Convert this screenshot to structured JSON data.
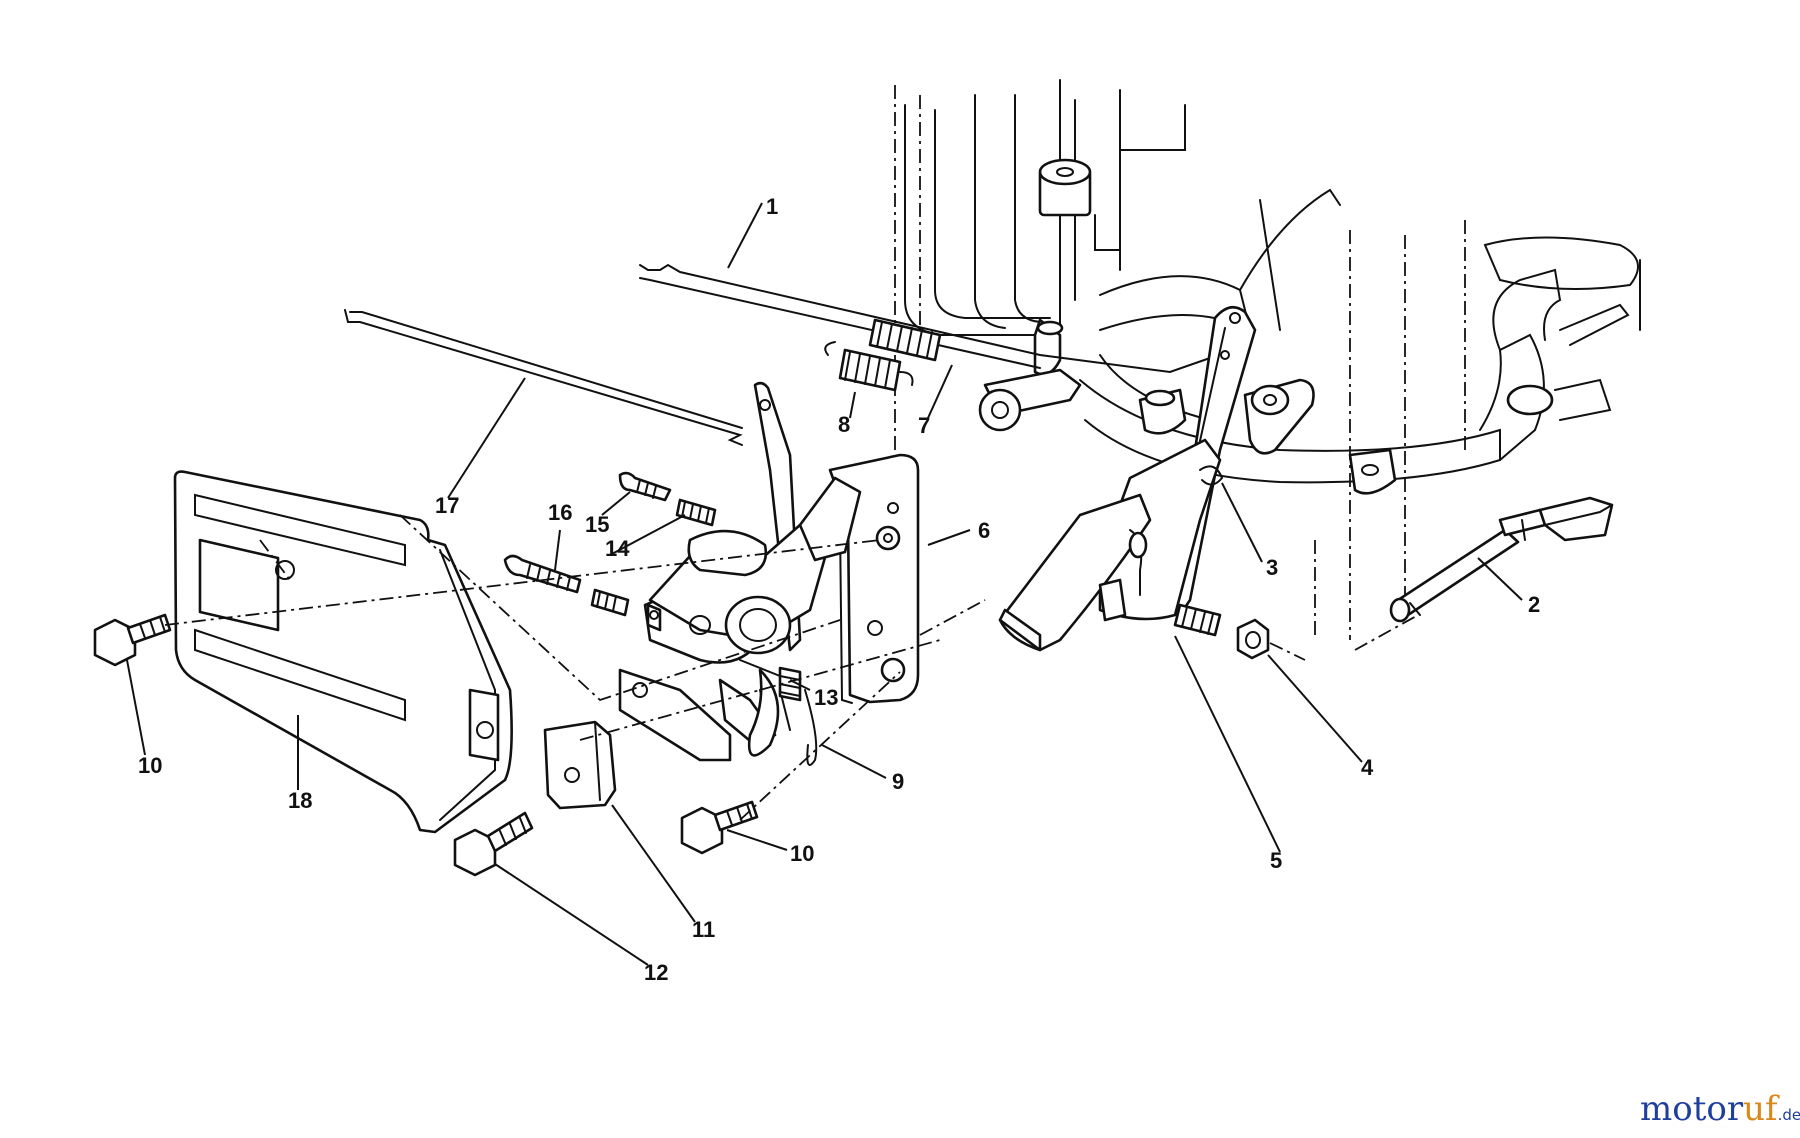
{
  "callouts": {
    "c1": "1",
    "c2": "2",
    "c3": "3",
    "c4": "4",
    "c5": "5",
    "c6": "6",
    "c7": "7",
    "c8": "8",
    "c9": "9",
    "c10a": "10",
    "c10b": "10",
    "c11": "11",
    "c12": "12",
    "c13": "13",
    "c14": "14",
    "c15": "15",
    "c16": "16",
    "c17": "17",
    "c18": "18"
  },
  "watermark": {
    "part1": "motor",
    "part2": "uf",
    "suffix": ".de"
  },
  "colors": {
    "line": "#111111",
    "watermark_blue": "#1f3f9c",
    "watermark_orange": "#d9881c"
  }
}
